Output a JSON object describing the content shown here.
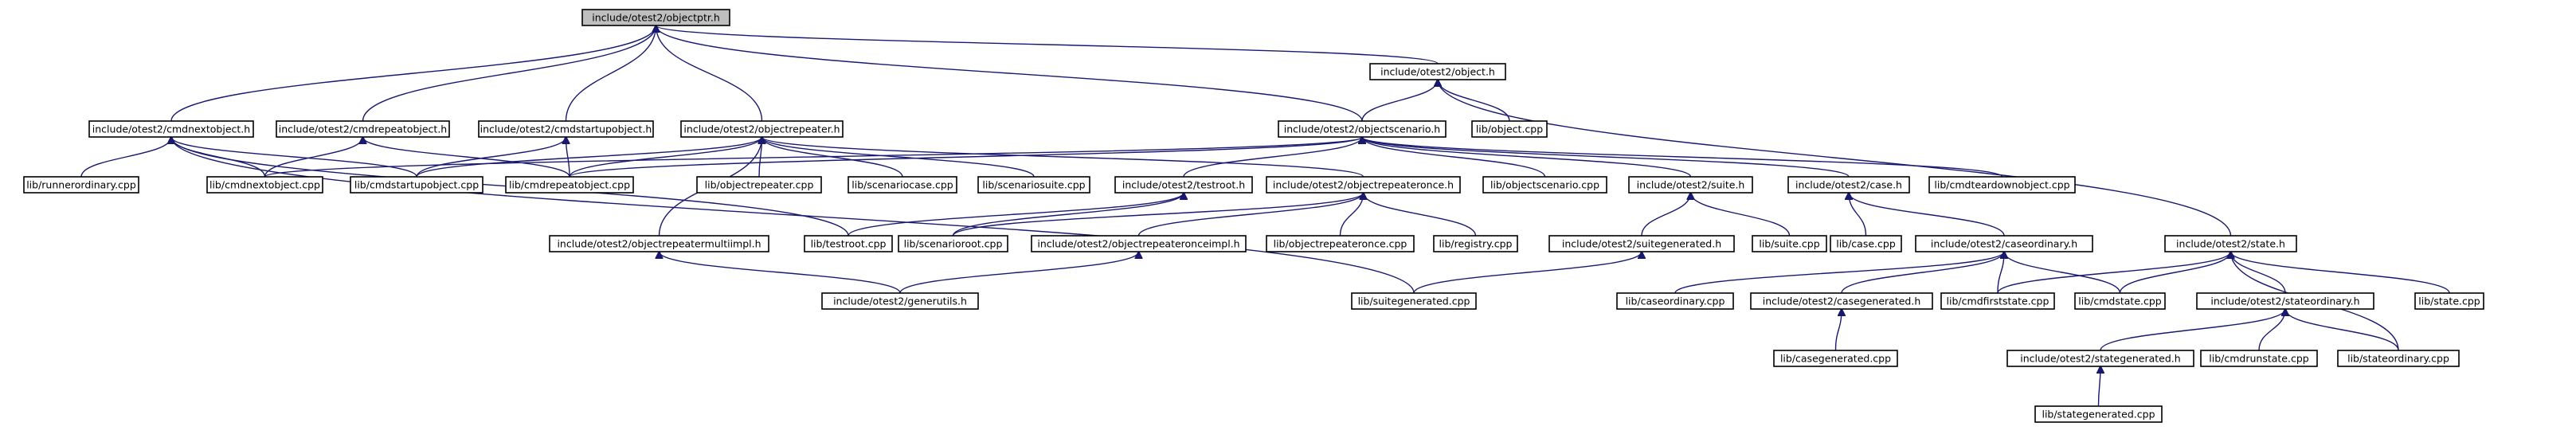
{
  "graph": {
    "nodes": [
      {
        "id": "objectptr",
        "label": "include/otest2/objectptr.h",
        "root": true
      },
      {
        "id": "object_h",
        "label": "include/otest2/object.h"
      },
      {
        "id": "cmdnextobject_h",
        "label": "include/otest2/cmdnextobject.h"
      },
      {
        "id": "cmdrepeatobject_h",
        "label": "include/otest2/cmdrepeatobject.h"
      },
      {
        "id": "cmdstartupobject_h",
        "label": "include/otest2/cmdstartupobject.h"
      },
      {
        "id": "objectrepeater_h",
        "label": "include/otest2/objectrepeater.h"
      },
      {
        "id": "objectscenario_h",
        "label": "include/otest2/objectscenario.h"
      },
      {
        "id": "object_cpp",
        "label": "lib/object.cpp"
      },
      {
        "id": "runnerordinary_cpp",
        "label": "lib/runnerordinary.cpp"
      },
      {
        "id": "cmdnextobject_cpp",
        "label": "lib/cmdnextobject.cpp"
      },
      {
        "id": "cmdstartupobject_cpp",
        "label": "lib/cmdstartupobject.cpp"
      },
      {
        "id": "cmdrepeatobject_cpp",
        "label": "lib/cmdrepeatobject.cpp"
      },
      {
        "id": "objectrepeater_cpp",
        "label": "lib/objectrepeater.cpp"
      },
      {
        "id": "scenariocase_cpp",
        "label": "lib/scenariocase.cpp"
      },
      {
        "id": "scenariosuite_cpp",
        "label": "lib/scenariosuite.cpp"
      },
      {
        "id": "testroot_h",
        "label": "include/otest2/testroot.h"
      },
      {
        "id": "objectrepeateronce_h",
        "label": "include/otest2/objectrepeateronce.h"
      },
      {
        "id": "objectscenario_cpp",
        "label": "lib/objectscenario.cpp"
      },
      {
        "id": "suite_h",
        "label": "include/otest2/suite.h"
      },
      {
        "id": "case_h",
        "label": "include/otest2/case.h"
      },
      {
        "id": "cmdteardownobject_cpp",
        "label": "lib/cmdteardownobject.cpp"
      },
      {
        "id": "objectrepeatermultiimpl_h",
        "label": "include/otest2/objectrepeatermultiimpl.h"
      },
      {
        "id": "testroot_cpp",
        "label": "lib/testroot.cpp"
      },
      {
        "id": "scenarioroot_cpp",
        "label": "lib/scenarioroot.cpp"
      },
      {
        "id": "objectrepeateronceimpl_h",
        "label": "include/otest2/objectrepeateronceimpl.h"
      },
      {
        "id": "objectrepeateronce_cpp",
        "label": "lib/objectrepeateronce.cpp"
      },
      {
        "id": "registry_cpp",
        "label": "lib/registry.cpp"
      },
      {
        "id": "suitegenerated_h",
        "label": "include/otest2/suitegenerated.h"
      },
      {
        "id": "suite_cpp",
        "label": "lib/suite.cpp"
      },
      {
        "id": "case_cpp",
        "label": "lib/case.cpp"
      },
      {
        "id": "caseordinary_h",
        "label": "include/otest2/caseordinary.h"
      },
      {
        "id": "state_h",
        "label": "include/otest2/state.h"
      },
      {
        "id": "generutils_h",
        "label": "include/otest2/generutils.h"
      },
      {
        "id": "suitegenerated_cpp",
        "label": "lib/suitegenerated.cpp"
      },
      {
        "id": "caseordinary_cpp",
        "label": "lib/caseordinary.cpp"
      },
      {
        "id": "casegenerated_h",
        "label": "include/otest2/casegenerated.h"
      },
      {
        "id": "cmdfirststate_cpp",
        "label": "lib/cmdfirststate.cpp"
      },
      {
        "id": "cmdstate_cpp",
        "label": "lib/cmdstate.cpp"
      },
      {
        "id": "stateordinary_h",
        "label": "include/otest2/stateordinary.h"
      },
      {
        "id": "state_cpp",
        "label": "lib/state.cpp"
      },
      {
        "id": "casegenerated_cpp",
        "label": "lib/casegenerated.cpp"
      },
      {
        "id": "stategenerated_h",
        "label": "include/otest2/stategenerated.h"
      },
      {
        "id": "cmdrunstate_cpp",
        "label": "lib/cmdrunstate.cpp"
      },
      {
        "id": "stateordinary_cpp",
        "label": "lib/stateordinary.cpp"
      },
      {
        "id": "stategenerated_cpp",
        "label": "lib/stategenerated.cpp"
      }
    ],
    "edges": [
      {
        "from": "object_h",
        "to": "objectptr"
      },
      {
        "from": "cmdnextobject_h",
        "to": "objectptr"
      },
      {
        "from": "cmdrepeatobject_h",
        "to": "objectptr"
      },
      {
        "from": "cmdstartupobject_h",
        "to": "objectptr"
      },
      {
        "from": "objectrepeater_h",
        "to": "objectptr"
      },
      {
        "from": "objectscenario_h",
        "to": "objectptr"
      },
      {
        "from": "objectscenario_h",
        "to": "object_h"
      },
      {
        "from": "object_cpp",
        "to": "object_h"
      },
      {
        "from": "state_h",
        "to": "object_h"
      },
      {
        "from": "runnerordinary_cpp",
        "to": "cmdnextobject_h"
      },
      {
        "from": "cmdnextobject_cpp",
        "to": "cmdnextobject_h"
      },
      {
        "from": "cmdstartupobject_cpp",
        "to": "cmdnextobject_h"
      },
      {
        "from": "testroot_cpp",
        "to": "cmdnextobject_h"
      },
      {
        "from": "suitegenerated_cpp",
        "to": "cmdnextobject_h"
      },
      {
        "from": "cmdnextobject_cpp",
        "to": "cmdrepeatobject_h"
      },
      {
        "from": "cmdrepeatobject_cpp",
        "to": "cmdrepeatobject_h"
      },
      {
        "from": "cmdstartupobject_cpp",
        "to": "cmdstartupobject_h"
      },
      {
        "from": "cmdrepeatobject_cpp",
        "to": "cmdstartupobject_h"
      },
      {
        "from": "cmdstartupobject_cpp",
        "to": "objectrepeater_h"
      },
      {
        "from": "cmdrepeatobject_cpp",
        "to": "objectrepeater_h"
      },
      {
        "from": "objectrepeater_cpp",
        "to": "objectrepeater_h"
      },
      {
        "from": "scenariocase_cpp",
        "to": "objectrepeater_h"
      },
      {
        "from": "scenariosuite_cpp",
        "to": "objectrepeater_h"
      },
      {
        "from": "objectrepeateronce_h",
        "to": "objectrepeater_h"
      },
      {
        "from": "objectrepeatermultiimpl_h",
        "to": "objectrepeater_h"
      },
      {
        "from": "cmdnextobject_cpp",
        "to": "objectscenario_h"
      },
      {
        "from": "cmdrepeatobject_cpp",
        "to": "objectscenario_h"
      },
      {
        "from": "testroot_h",
        "to": "objectscenario_h"
      },
      {
        "from": "objectscenario_cpp",
        "to": "objectscenario_h"
      },
      {
        "from": "suite_h",
        "to": "objectscenario_h"
      },
      {
        "from": "case_h",
        "to": "objectscenario_h"
      },
      {
        "from": "cmdteardownobject_cpp",
        "to": "objectscenario_h"
      },
      {
        "from": "testroot_cpp",
        "to": "testroot_h"
      },
      {
        "from": "scenarioroot_cpp",
        "to": "testroot_h"
      },
      {
        "from": "scenarioroot_cpp",
        "to": "objectrepeateronce_h"
      },
      {
        "from": "objectrepeateronceimpl_h",
        "to": "objectrepeateronce_h"
      },
      {
        "from": "objectrepeateronce_cpp",
        "to": "objectrepeateronce_h"
      },
      {
        "from": "registry_cpp",
        "to": "objectrepeateronce_h"
      },
      {
        "from": "suitegenerated_h",
        "to": "suite_h"
      },
      {
        "from": "suite_cpp",
        "to": "suite_h"
      },
      {
        "from": "case_cpp",
        "to": "case_h"
      },
      {
        "from": "caseordinary_h",
        "to": "case_h"
      },
      {
        "from": "generutils_h",
        "to": "objectrepeatermultiimpl_h"
      },
      {
        "from": "generutils_h",
        "to": "objectrepeateronceimpl_h"
      },
      {
        "from": "suitegenerated_cpp",
        "to": "suitegenerated_h"
      },
      {
        "from": "caseordinary_cpp",
        "to": "caseordinary_h"
      },
      {
        "from": "casegenerated_h",
        "to": "caseordinary_h"
      },
      {
        "from": "cmdfirststate_cpp",
        "to": "caseordinary_h"
      },
      {
        "from": "cmdstate_cpp",
        "to": "caseordinary_h"
      },
      {
        "from": "cmdfirststate_cpp",
        "to": "state_h"
      },
      {
        "from": "cmdstate_cpp",
        "to": "state_h"
      },
      {
        "from": "stateordinary_h",
        "to": "state_h"
      },
      {
        "from": "state_cpp",
        "to": "state_h"
      },
      {
        "from": "stateordinary_cpp",
        "to": "state_h"
      },
      {
        "from": "casegenerated_cpp",
        "to": "casegenerated_h"
      },
      {
        "from": "stategenerated_h",
        "to": "stateordinary_h"
      },
      {
        "from": "cmdrunstate_cpp",
        "to": "stateordinary_h"
      },
      {
        "from": "stateordinary_cpp",
        "to": "stateordinary_h"
      },
      {
        "from": "stategenerated_cpp",
        "to": "stategenerated_h"
      }
    ],
    "colors": {
      "edge": "#191970",
      "node_border": "#000000",
      "node_fill": "#ffffff",
      "root_fill": "#bfbfbf"
    }
  }
}
